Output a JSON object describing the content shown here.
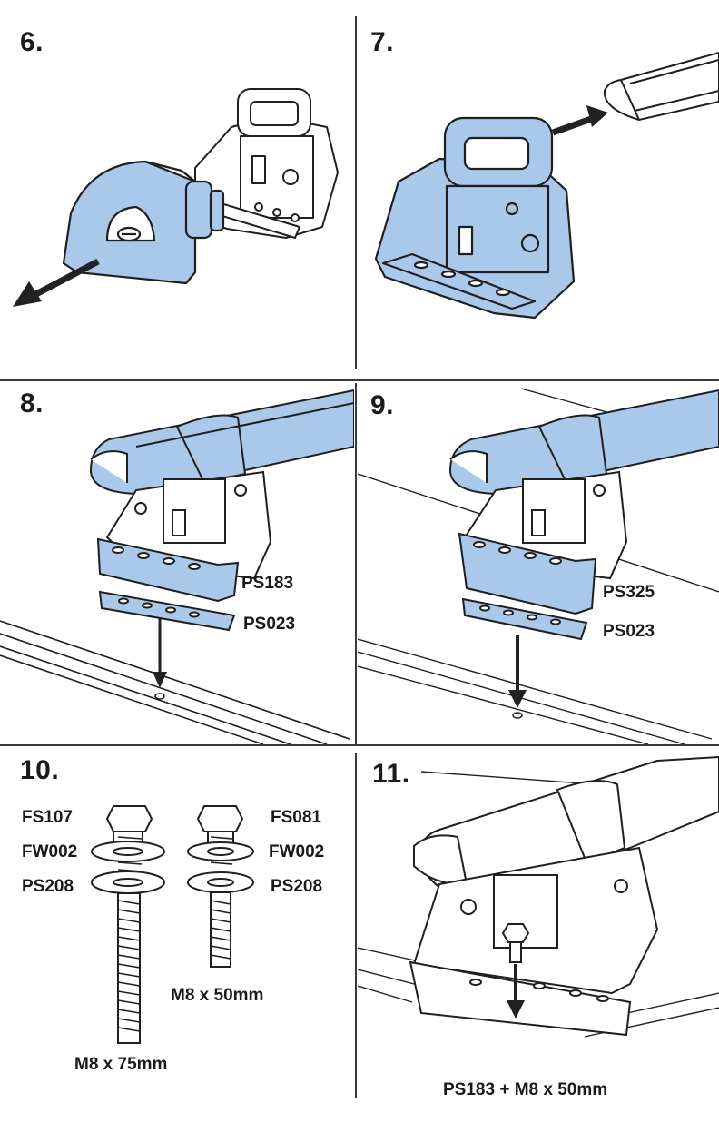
{
  "colors": {
    "part_fill": "#a9c8ea",
    "line": "#1f1f1f",
    "background": "#ffffff"
  },
  "steps": [
    {
      "number": "6."
    },
    {
      "number": "7."
    },
    {
      "number": "8.",
      "labels": [
        "PS183",
        "PS023"
      ]
    },
    {
      "number": "9.",
      "labels": [
        "PS325",
        "PS023"
      ]
    },
    {
      "number": "10.",
      "labels_left": [
        "FS107",
        "FW002",
        "PS208"
      ],
      "labels_right": [
        "FS081",
        "FW002",
        "PS208"
      ],
      "bolt_long": "M8 x 75mm",
      "bolt_short": "M8 x 50mm"
    },
    {
      "number": "11.",
      "caption": "PS183 + M8 x 50mm"
    }
  ],
  "icons": [
    "arrow-icon",
    "foot-pack-icon",
    "roof-bar-icon",
    "bolt-icon",
    "washer-icon"
  ]
}
